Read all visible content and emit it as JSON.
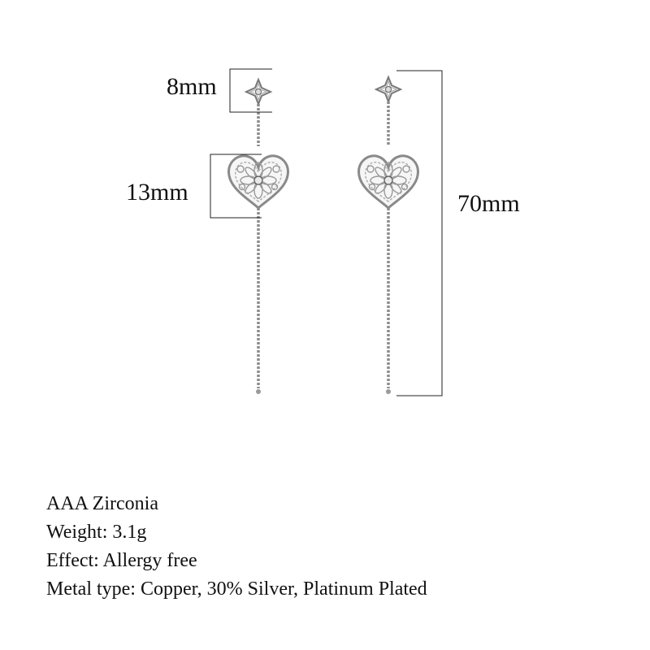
{
  "dimensions": {
    "stud_size": "8mm",
    "heart_size": "13mm",
    "total_length": "70mm"
  },
  "specs": [
    "AAA Zirconia",
    "Weight: 3.1g",
    "Effect: Allergy free",
    "Metal type: Copper, 30% Silver, Platinum Plated"
  ],
  "colors": {
    "metal": "#9a9a9a",
    "metal_dark": "#6e6e6e",
    "line": "#222222"
  }
}
